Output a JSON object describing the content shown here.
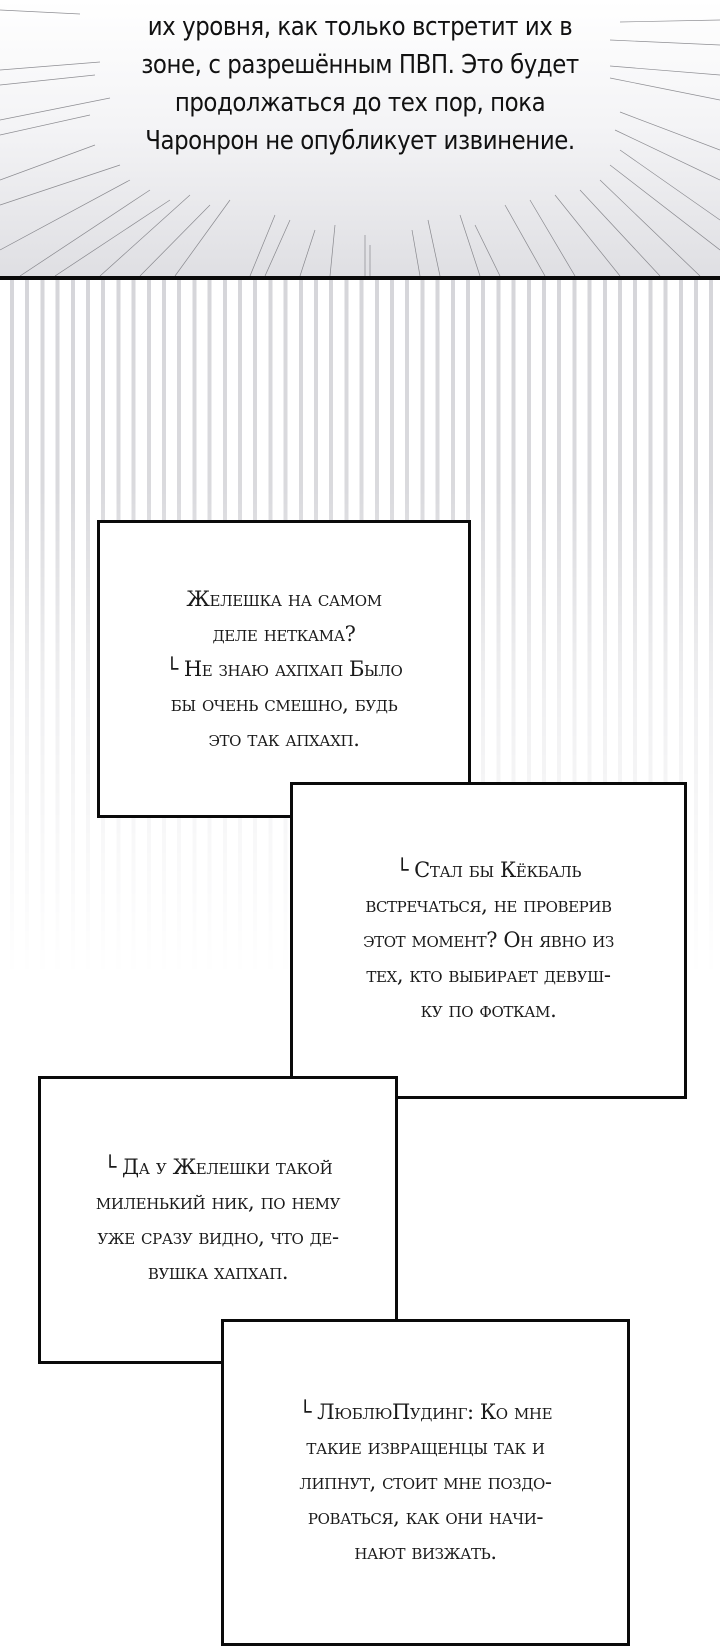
{
  "narration": {
    "lines": [
      "их уровня, как только встретит их в",
      "зоне, с разрешённым ПВП. Это будет",
      "продолжаться до тех пор, пока",
      "Чаронрон  не опубликует извинение."
    ]
  },
  "comments": [
    {
      "lines": [
        "Желешка на самом",
        "деле неткама?",
        "Не знаю ахпхап Было",
        "бы очень смешно, будь",
        "это так апхахп."
      ],
      "reply_marker_line": 2
    },
    {
      "lines": [
        "Стал бы Кёкбаль",
        "встречаться, не проверив",
        "этот момент? Он явно из",
        "тех, кто выбирает девуш-",
        "ку по фоткам."
      ],
      "reply_marker_line": 0
    },
    {
      "lines": [
        "Да у Желешки такой",
        "миленький ник, по нему",
        "уже сразу видно, что де-",
        "вушка хапхап."
      ],
      "reply_marker_line": 0
    },
    {
      "lines": [
        "ЛюблюПудинг: Ко мне",
        "такие извращенцы так и",
        "липнут, стоит мне поздо-",
        "роваться, как они начи-",
        "нают визжать."
      ],
      "reply_marker_line": 0
    }
  ],
  "icons": {
    "reply_marker": "└"
  },
  "colors": {
    "border": "#0a0a0a",
    "top_panel_gradient_end": "#dfdfe3",
    "stripe": "#d6d6da",
    "text": "#1a1a1a"
  }
}
